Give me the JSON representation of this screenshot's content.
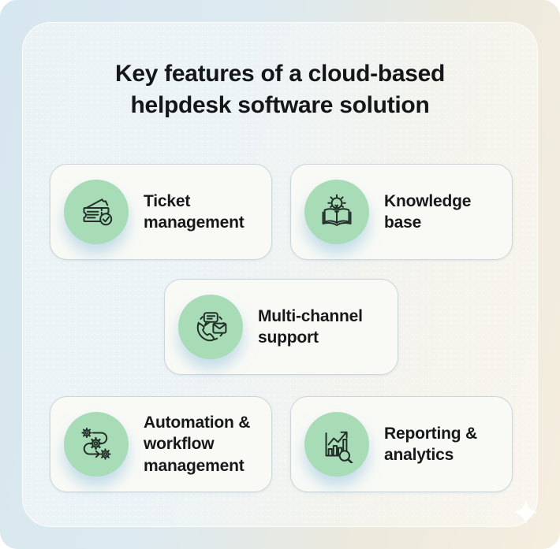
{
  "poster": {
    "title": {
      "line1": "Key features of a cloud-based",
      "line2": "helpdesk software solution"
    }
  },
  "cards": [
    {
      "id": "ticket-management",
      "label": "Ticket management",
      "icon": "ticket-check-icon"
    },
    {
      "id": "knowledge-base",
      "label": "Knowledge base",
      "icon": "book-lightbulb-icon"
    },
    {
      "id": "multi-channel-support",
      "label": "Multi-channel support",
      "icon": "phone-chat-envelope-icon"
    },
    {
      "id": "automation-workflow",
      "label": "Automation & workflow management",
      "icon": "gears-flow-arrow-icon"
    },
    {
      "id": "reporting-analytics",
      "label": "Reporting & analytics",
      "icon": "bar-chart-magnifier-icon"
    }
  ],
  "decorations": [
    {
      "id": "sparkle",
      "shape": "four-point-star",
      "color": "#ffffff"
    }
  ],
  "colors": {
    "accent_green": "#a7dcb6",
    "icon_stroke": "#233029",
    "card_background": "#f9faf6",
    "card_border": "#ccd6da",
    "background_gradient_start": "#d7e7ef",
    "background_gradient_end": "#f5eedf",
    "title_color": "#141618"
  }
}
